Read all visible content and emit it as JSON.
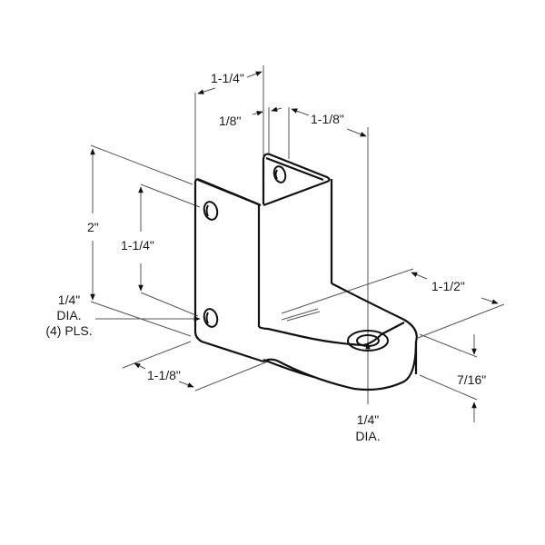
{
  "diagram": {
    "type": "isometric technical drawing",
    "subject": "bracket with two mounting flanges and pivot foot",
    "colors": {
      "outline": "#111111",
      "dim_line": "#555555",
      "background": "#ffffff"
    },
    "dimensions": {
      "top_left_width": "1-1/4\"",
      "thickness": "1/8\"",
      "top_right_width": "1-1/8\"",
      "overall_height": "2\"",
      "hole_spacing": "1-1/4\"",
      "mount_hole_dia_1": "1/4\"",
      "mount_hole_dia_2": "DIA.",
      "mount_hole_dia_3": "(4) PLS.",
      "base_depth": "1-1/8\"",
      "foot_length": "1-1/2\"",
      "foot_height": "7/16\"",
      "pivot_dia_1": "1/4\"",
      "pivot_dia_2": "DIA."
    }
  }
}
